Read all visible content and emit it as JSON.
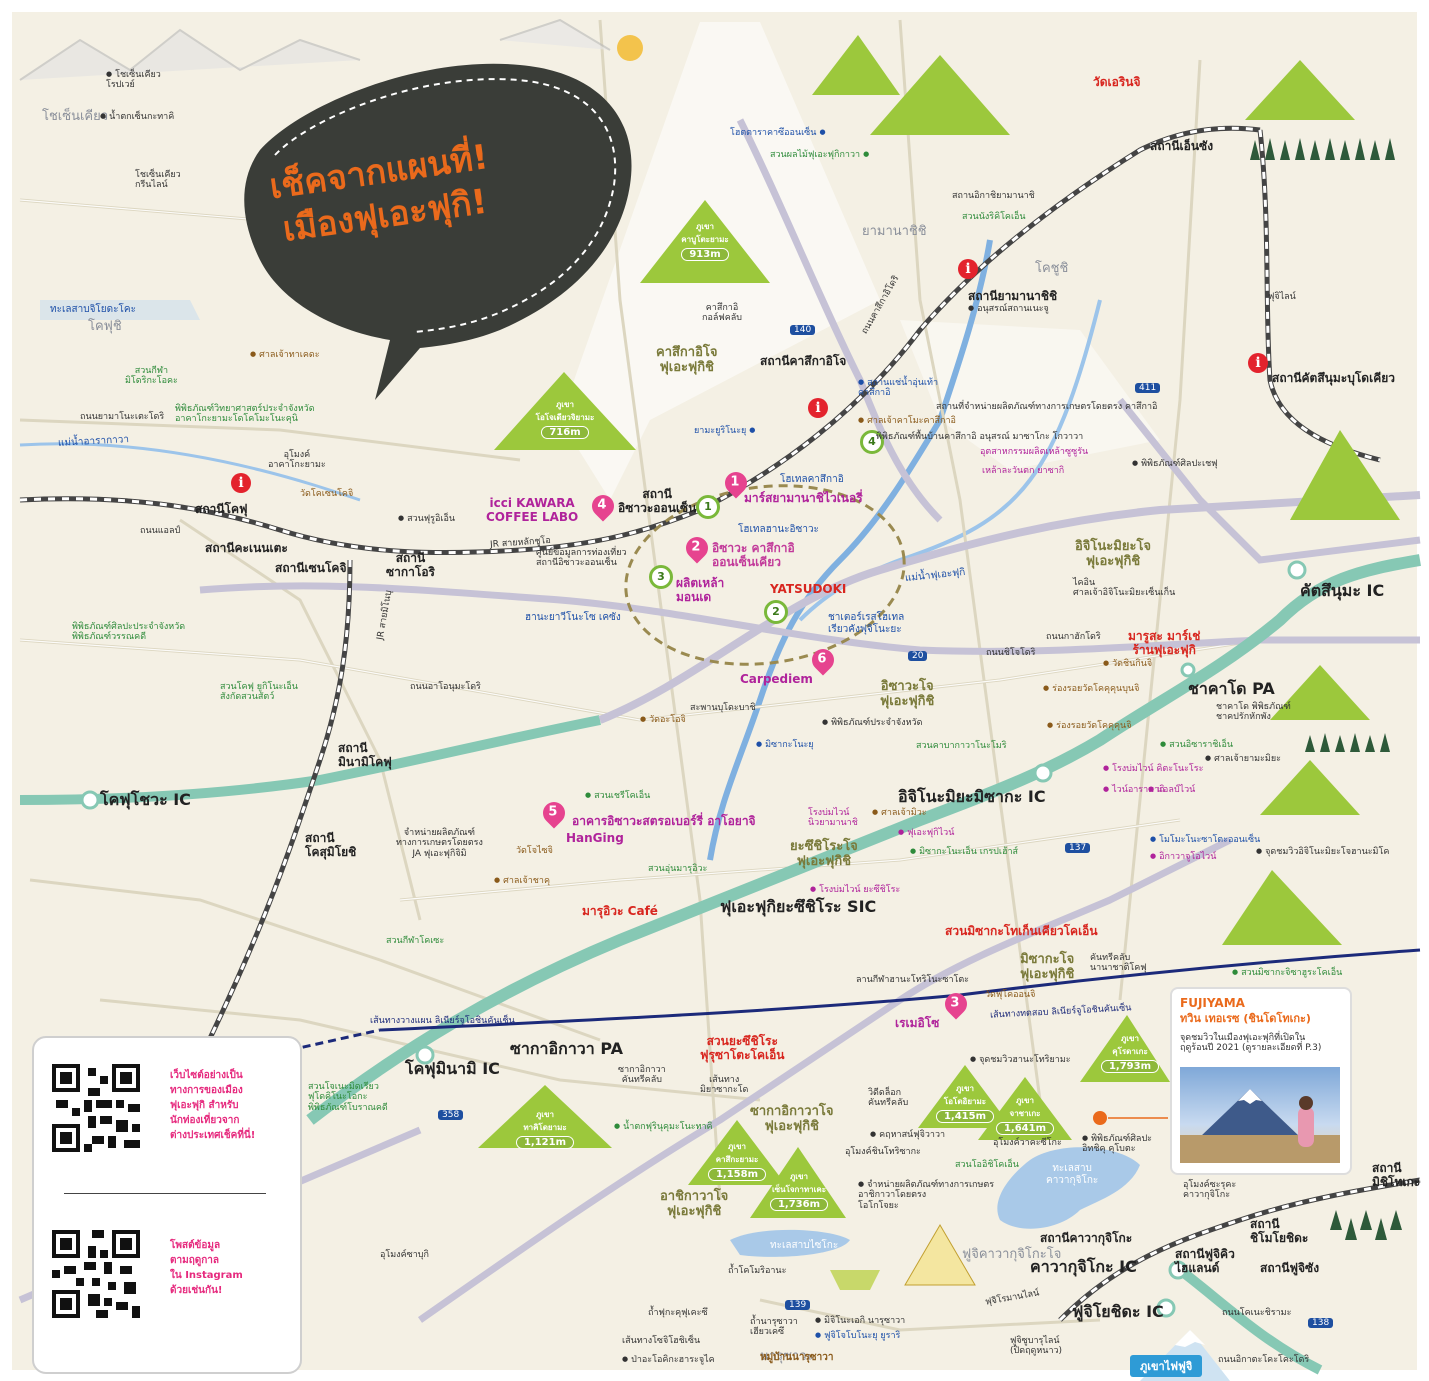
{
  "bubble": {
    "line1": "เช็คจากแผนที่!",
    "line2": "เมืองฟุเอะฟุกิ!"
  },
  "mountains": [
    {
      "name": "ภูเขา\nคาบูโตะยามะ",
      "height": "913m"
    },
    {
      "name": "ภูเขา\nโอโจเดียวจิยามะ",
      "height": "716m"
    },
    {
      "name": "ภูเขา\nทาคิโดยามะ",
      "height": "1,121m"
    },
    {
      "name": "ภูเขา\nคุโรดาเกะ",
      "height": "1,793m"
    },
    {
      "name": "ภูเขา\nโอโตอิยามะ",
      "height": "1,415m"
    },
    {
      "name": "ภูเขา\nจาชาเกะ",
      "height": "1,641m"
    },
    {
      "name": "ภูเขา\nคาสึกะยามะ",
      "height": "1,158m"
    },
    {
      "name": "ภูเขา\nเซ็นโจกาทาเคะ",
      "height": "1,736m"
    }
  ],
  "stations": {
    "fuefuki_enzan": "สถานีเอ็นซัง",
    "yamanashishi": "สถานียามานาชิชิ",
    "kasugai": "สถานีคาสึกาอิโจ",
    "isawa": "สถานี\nอิซาวะออนเซ็น",
    "kofu": "สถานีโคฟุ",
    "sakaori": "สถานี\nซากาโอริ",
    "zenkoji": "สถานีเซนโคจิ",
    "kaisumiyoshi": "สถานีคะเนนเตะ",
    "minamikofu": "สถานี\nมินามิโคฟุ",
    "kofu_sumiyoshi": "สถานี\nโคสุมิโยชิ",
    "katsunuma": "สถานีคัตสึนุมะบุโดเคียว",
    "kawaguchiko": "สถานีคาวากุจิโกะ",
    "fujikyu": "สถานีฟูจิคิว\nไฮแลนด์",
    "shimoyoshida": "สถานี\nชิโมโยชิดะ",
    "mitsutoge": "สถานี\nมิชิโทเกะ",
    "fujisan": "สถานีฟูจิซัง"
  },
  "ics": {
    "kofu_showa": "โคฟุโชวะ IC",
    "kofu_minami": "โคฟุมินามิ IC",
    "ichinomiya": "อิจิโนะมิยะมิซากะ IC",
    "fuefuki_yatsushiro": "ฟุเอะฟุกิยะซึชิโระ SIC",
    "katsunuma": "คัตสึนุมะ IC",
    "sakaigawa": "ซากาอิกาวา PA",
    "shakado": "ชาคาโด PA",
    "kawaguchiko": "คาวากุจิโกะ IC",
    "fujiyoshida": "ฟูจิโยชิดะ IC"
  },
  "areas": {
    "kasugai": "คาสึกาอิโจ\nฟุเอะฟุกิชิ",
    "ichinomiya": "อิจิโนะมิยะโจ\nฟุเอะฟุกิชิ",
    "isawa": "อิซาวะโจ\nฟุเอะฟุกิชิ",
    "yatsushiro": "ยะซึชิโระโจ\nฟุเอะฟุกิชิ",
    "misaka": "มิซากะโจ\nฟุเอะฟุกิชิ",
    "sakaigawa": "ซากาอิกาวาโจ\nฟุเอะฟุกิชิ",
    "ashigawa": "อาชิกาวาโจ\nฟุเอะฟุกิชิ",
    "yamanashi": "ยามานาชิชิ",
    "koshu": "โคชูชิ",
    "kofu": "โคฟุชิ",
    "showa": "โชเซ็นเคียว",
    "fujikawaguchiko": "ฟูจิคาวากุจิโกะโจ",
    "narusawa": "นารุซาวะ",
    "lake_chizuki": "ทะเลสาบจิโยดะโคะ",
    "river_arakawa": "แม่น้ำอารากาวา",
    "river_fuefuki": "แม่น้ำฟุเอะฟุกิ"
  },
  "pins": {
    "p1": {
      "num": "1",
      "label": "มาร์สยามานาชิไวเนอรี่"
    },
    "p2": {
      "num": "2",
      "label": "อิซาวะ คาสึกาอิ\nออนเซ็นเคียว"
    },
    "p3": {
      "num": "3",
      "label": "ผลิตเหล้า\nมอนเด"
    },
    "p4": {
      "num": "4",
      "label": "icci KAWARA\nCOFFEE LABO"
    },
    "p5": {
      "num": "5",
      "label": "อาคารอิซาวะสตรอเบอร์รี่ อาโอยาจิ"
    },
    "p6": {
      "num": "6",
      "label": "Carpediem"
    },
    "p3b": {
      "num": "3",
      "label": "เรเมอิโซ"
    },
    "hanging": "HanGing",
    "yatsudoki": "YATSUDOKI",
    "maruizumi": "มารุอิวะ Café"
  },
  "green_pins": [
    {
      "num": "1",
      "label": "โฮเทลฮานะอิซาวะ"
    },
    {
      "num": "2",
      "label": "ชาเตอร์เรสโฮเทล\nเรียวคังฟุจิโนะยะ"
    },
    {
      "num": "3",
      "label": "ฮานะยาวีโนะโซ เคซัง"
    },
    {
      "num": "4",
      "label": "โฮเทลคาสึกาอิ"
    }
  ],
  "red_places": {
    "erinji": "วัดเอรินจิ",
    "mars_sake": "มารูสะ มาร์เช่\nร้านฟุเอะฟุกิ",
    "misaka_farm": "สวนมิซากะโทเก็นเคียวโคเอ็น",
    "yatsushiro_park": "สวนยะซึชิโระ\nฟุรุซาโตะโคเอ็น"
  },
  "small_labels": [
    "โชเซ็นเคียว\nโรปเวย์",
    "น้ำตกเซ็นกะทาคิ",
    "โชเซ็นเคียว\nกรีนไลน์",
    "ศาลเจ้าทาเคดะ",
    "สวนกีฬา\nมิโดริกะโอคะ",
    "พิพิธภัณฑ์วิทยาศาสตร์ประจำจังหวัด\nอาคาโกะยามะโดโคโมะโนะคุนิ",
    "ถนนยามาโนะเตะโดริ",
    "อุโมงค์\nอาคาโกะยามะ",
    "วัดโคเซนโคจิ",
    "สวนฟุรูอิเอ็น",
    "ถนนแอลป์",
    "พิพิธภัณฑ์ศิลปะประจำจังหวัด\nพิพิธภัณฑ์วรรณคดี",
    "สวนโคฟุ ยูกิโนะเอ็น\nสังกัดสวนสัตว์",
    "ถนนอาโอนุมะโดริ",
    "วัดอะโอจิ",
    "พิพิธภัณฑ์ประจำจังหวัด",
    "มิซากะโนะยุ",
    "จำหน่ายผลิตภัณฑ์\nทางการเกษตรโดยตรง\nJA ฟุเอะฟุกิจิมิ",
    "วัดโจไซจิ",
    "ศาลเจ้าชาคุ",
    "สวนกีฬาโคเซะ",
    "สวนเชรีโคเอ็น",
    "สวนอุ่นมารุอิวะ",
    "โฮตตาราคาซึออนเซ็น",
    "สวนผลไม้ฟุเอะฟุกิกาวา",
    "สถานอิกาชิยามานาชิ",
    "สวนนังริคิโคเอ็น",
    "คาสึกาอิ\nกอล์ฟคลับ",
    "อนุสรณ์สถานเนะจู",
    "สถานแช่น้ำอุ่นเท้า\nคาสึกาอิ",
    "สถานที่จำหน่ายผลิตภัณฑ์ทางการเกษตรโดยตรง คาสึกาอิ",
    "ศาลเจ้าคาโมะคาสึกาอิ",
    "พิพิธภัณฑ์พื้นบ้านคาสึกาอิ อนุสรณ์ มาซาโกะ โกวาวา",
    "อุตสาหกรรมผลิตเหล้าซูซูรัน",
    "เหล้าละวันตก ยาซากิ",
    "พิพิธภัณฑ์ศิลปะเชฟุ",
    "ยามะยูริโนะยุ",
    "ศูนย์ข้อมูลการท่องเที่ยว\nสถานีอิซาวะออนเซ็น",
    "ไคอิน\nศาลเจ้าอิจิโนะมิยะเซ็นเก็น",
    "วัดชินกินจิ",
    "ร่องรอยวัดโคคุคุนบุนจิ",
    "ร่องรอยวัดโคคุคุนจิ",
    "ชาคาโด พิพิธภัณฑ์\nชาคปรักหักพัง",
    "สวนอิซาราชิเอ็น",
    "ศาลเจ้ายามะมิยะ",
    "โรงบ่มไวน์ คิตะโนะโระ",
    "ไวน์อารามากิ",
    "แอลป์ไวน์",
    "โรงบ่มไวน์\nนิวยามานาชิ",
    "ศาลเจ้ามิวะ",
    "ฟุเอะฟุกิไวน์",
    "มิซากะโนะเอ็น เกรปเฮ้าส์",
    "โรงบ่มไวน์ ยะซึชิโระ",
    "โมโมะโนะซาโตะออนเซ็น",
    "อิกาวาจูโอไวน์",
    "จุดชมวิวอิจิโนะมิยะโจฮานะมิโค",
    "สวนคาบากาวาโนะโมริ",
    "ลานกีฬาฮานะโทริโนะซาโตะ",
    "วัดฟุโคออนจิ",
    "คันทรีคลับ\nนานาชาติโคฟุ",
    "สวนมิซากะจิซาฮูระโคเอ็น",
    "จุดชมวิวฮานะโทริยามะ",
    "ซากาอิกาวา\nคันทรีคลับ",
    "เส้นทาง\nมิยาซากะโด",
    "น้ำตกฟุรินุคุมะโนะทาคิ",
    "สวนโจเนะมิดเรียว\nฟุโดคิโนะโอกะ\nพิพิธภัณฑ์โบราณคดี",
    "วิดีดล็อก\nคันทรีคลับ",
    "คฤหาสน์ฟุจิวาวา",
    "อุโมงค์ชินโทริซากะ",
    "อุโมงค์วาคะซีโกะ",
    "สวนโออิชิโคเอ็น",
    "พิพิธภัณฑ์ศิลปะ\nอิทชิคุ คุโบตะ",
    "จำหน่ายผลิตภัณฑ์ทางการเกษตร\nอาชิกาวาโดยตรง\nโอโกโจยะ",
    "อุโมงค์ซาบุกิ",
    "ถ้ำโคโมริอานะ",
    "ถ้ำฟุกะคุฟุเคะซึ",
    "ถ้ำนารุซาวา\nเฮียวเคซึ",
    "มิจิโนะเอกิ นารุซาวา",
    "ฟูจิโจโบโนะยุ ยูราริ",
    "เส้นทางโซจิโฮชิเซ็น",
    "ป่าอะโอคิกะฮาระจูไค",
    "หมู่บ้านนารุซาวา",
    "ฟูจิซูบารุไลน์\n(ปิดฤดูหนาว)",
    "ถนนอิกาตะโคะโคะโดริ",
    "อุโมงค์ซะรุคะ\nคาวากุจิโกะ",
    "ฟุจิไลน์",
    "ฟุจิโรมานไลน์",
    "ถนนโคเนะชิรามะ",
    "ถนนคาสึกาอิโดริ",
    "ถนนชิโจโดริ",
    "ถนนกาฮักโดริ",
    "สะพานบุโดะบาชิ"
  ],
  "rail": {
    "chuo": "JR สายหลักชูโอ",
    "minobu": "JR สายมิโนบุ",
    "expressway": "เส้นทางวางแผน ลิเนียร์จูโอชินคันเซ็น",
    "expressway2": "เส้นทางทดสอบ ลิเนียร์จูโอชินคันเซ็น"
  },
  "fujiyama_card": {
    "title": "FUJIYAMA",
    "subtitle": "ทวิน เทอเรซ (ชินโดโทเกะ)",
    "desc": "จุดชมวิวในเมืองฟุเอะฟุกิที่เปิดใน\nฤดูร้อนปี 2021 (ดูรายละเอียดที่ P.3)"
  },
  "qr": {
    "site": "เว็บไซต์อย่างเป็น\nทางการของเมือง\nฟุเอะฟุกิ สำหรับ\nนักท่องเที่ยวจาก\nต่างประเทศเช็คที่นี่!",
    "insta": "โพสต์ข้อมูล\nตามฤดูกาล\nใน Instagram\nด้วยเช่นกัน!"
  },
  "fuji_label": "ภูเขาไฟฟูจิ",
  "lakes": {
    "kawaguchiko": "ทะเลสาบ\nคาวากุจิโกะ",
    "saiko": "ทะเลสาบไซโกะ"
  },
  "route_nums": [
    "140",
    "411",
    "20",
    "137",
    "139",
    "358",
    "138"
  ],
  "colors": {
    "bubble": "#3a3d38",
    "orange": "#ea6a1c",
    "pink": "#e6438f",
    "green_mtn": "#9cc83c",
    "expressway": "#86c8b4",
    "rail": "#444444",
    "linear": "#1c2a7a"
  }
}
